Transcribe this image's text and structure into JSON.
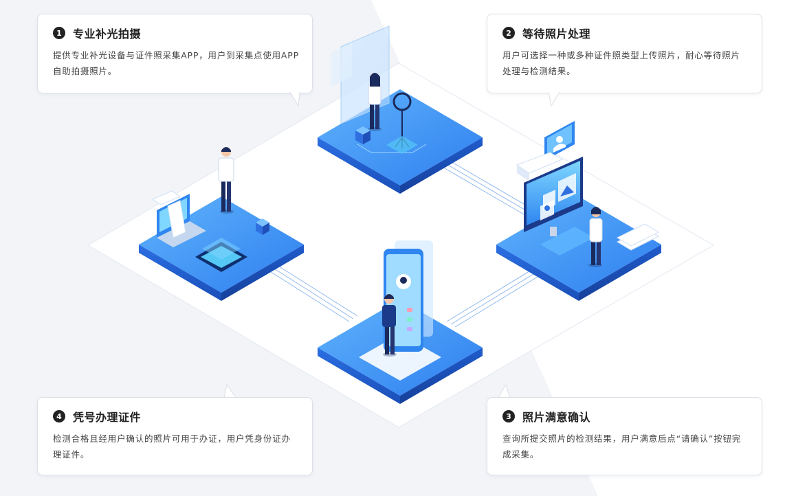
{
  "steps": [
    {
      "num": "1",
      "title": "专业补光拍摄",
      "desc": "提供专业补光设备与证件照采集APP，用户到采集点使用APP自助拍摄照片。"
    },
    {
      "num": "2",
      "title": "等待照片处理",
      "desc": "用户可选择一种或多种证件照类型上传照片，耐心等待照片处理与检测结果。"
    },
    {
      "num": "3",
      "title": "照片满意确认",
      "desc": "查询所提交照片的检测结果，用户满意后点“请确认”按钮完成采集。"
    },
    {
      "num": "4",
      "title": "凭号办理证件",
      "desc": "检测合格且经用户确认的照片可用于办证，用户凭身份证办理证件。"
    }
  ],
  "colors": {
    "platform_top": "#3a8ff2",
    "platform_side": "#1f5fcf",
    "accent_cyan": "#56c8f5",
    "navy": "#1b2a5c",
    "bg_shade": "#f2f4f8"
  }
}
